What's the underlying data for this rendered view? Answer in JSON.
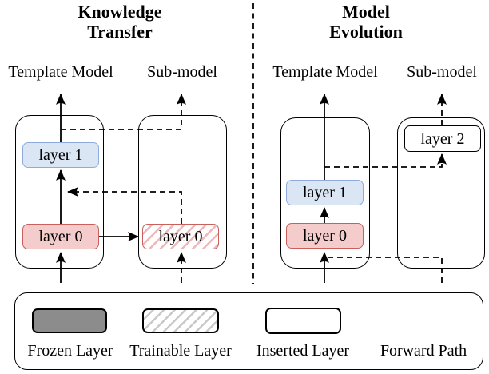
{
  "left": {
    "title_line1": "Knowledge",
    "title_line2": "Transfer",
    "template_label": "Template Model",
    "submodel_label": "Sub-model",
    "template_layer_top": "layer 1",
    "template_layer_bottom": "layer 0",
    "submodel_layer": "layer 0"
  },
  "right": {
    "title_line1": "Model",
    "title_line2": "Evolution",
    "template_label": "Template Model",
    "submodel_label": "Sub-model",
    "template_layer_top": "layer 1",
    "template_layer_bottom": "layer 0",
    "submodel_layer": "layer 2"
  },
  "legend": {
    "frozen_label": "Frozen Layer",
    "trainable_label": "Trainable Layer",
    "inserted_label": "Inserted Layer",
    "forward_label": "Forward Path"
  },
  "colors": {
    "layer-blue-fill": "#dbe6f5",
    "layer-blue-border": "#8faadc",
    "layer-red-fill": "#f5cccc",
    "layer-red-border": "#c9605c",
    "hatch-pink": "#eab9b9",
    "frozen-gray": "#8c8c8c",
    "hatch-gray": "#c9c9c9",
    "line-black": "#000000"
  }
}
